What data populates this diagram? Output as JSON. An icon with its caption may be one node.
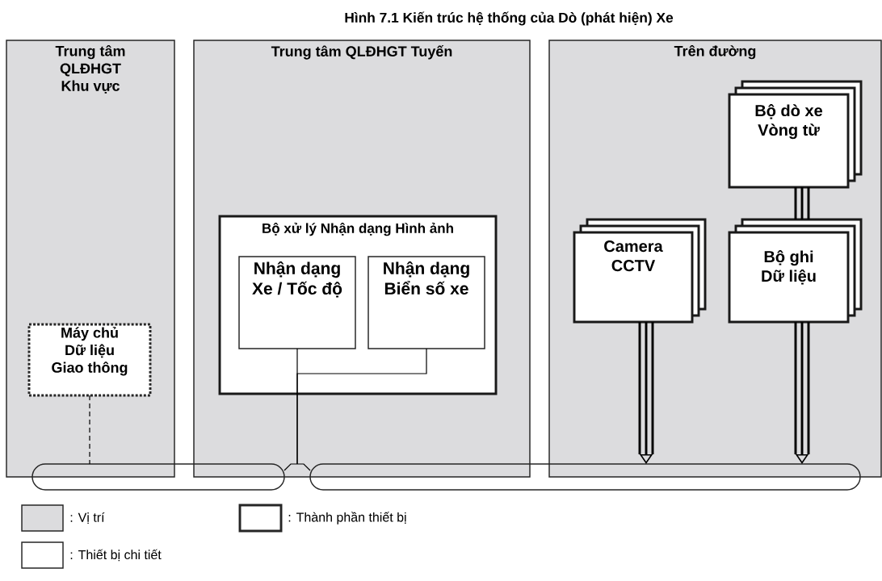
{
  "diagram": {
    "title": "Hình 7.1  Kiến trúc hệ thống của Dò (phát hiện) Xe",
    "nodes": [
      {
        "text": [
          "Trung tâm QLĐHGT Khu vực"
        ]
      },
      {
        "text": [
          "Máy chủ Dữ liệu Giao thông"
        ],
        "in": 0
      },
      {
        "text": [
          "Trung tâm QLĐHGT Tuyến"
        ]
      },
      {
        "text": [
          "Bộ xử lý Nhận dạng Hình ảnh"
        ],
        "in": 2
      },
      {
        "text": [
          "Nhận dạng Xe / Tốc độ"
        ],
        "in": 3
      },
      {
        "text": [
          "Nhận dạng Biển số xe"
        ],
        "in": 3
      },
      {
        "text": [
          "Trên đường"
        ]
      },
      {
        "text": [
          "Bộ dò xe Vòng từ"
        ],
        "in": 6
      },
      {
        "text": [
          "Camera CCTV"
        ],
        "in": 6
      },
      {
        "text": [
          "Bộ ghi Dữ liệu"
        ],
        "in": 6
      },
      {
        "text": [],
        "shape": "bar"
      },
      {
        "text": [],
        "shape": "bar"
      }
    ],
    "edges": [
      {
        "from": 1,
        "to": 10,
        "arrow": "none",
        "style": "dashed"
      },
      {
        "from": 4,
        "to": 10,
        "arrow": "none"
      },
      {
        "from": 5,
        "to": 10,
        "arrow": "none"
      },
      {
        "from": 10,
        "to": 11,
        "arrow": "none"
      },
      {
        "from": 7,
        "to": 9,
        "arrow": "none",
        "style": "thick"
      },
      {
        "from": 8,
        "to": 11,
        "arrow": "to",
        "style": "thick"
      },
      {
        "from": 9,
        "to": 11,
        "arrow": "to",
        "style": "thick"
      }
    ],
    "legend": [
      {
        "text": ": Vị trí",
        "color": "#dcdcde"
      },
      {
        "text": ": Thành phần thiết bị"
      },
      {
        "text": ": Thiết bị chi tiết"
      }
    ]
  }
}
